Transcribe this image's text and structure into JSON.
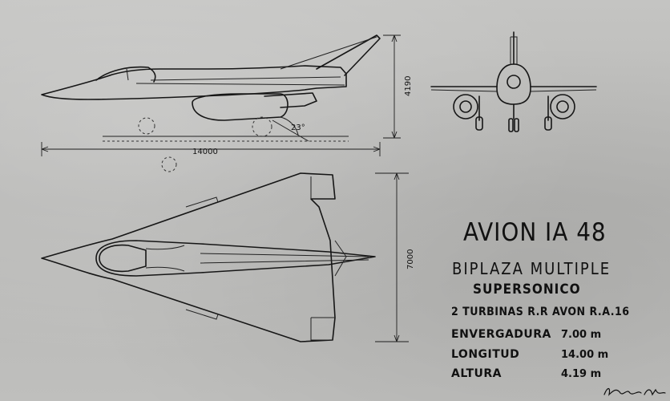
{
  "title": "AVION IA 48",
  "subtitle_line1": "BIPLAZA MULTIPLE",
  "subtitle_line2": "SUPERSONICO",
  "engines": "2 TURBINAS R.R AVON R.A.16",
  "specs": [
    {
      "label": "ENVERGADURA",
      "value": "7.00 m"
    },
    {
      "label": "LONGITUD",
      "value": "14.00 m"
    },
    {
      "label": "ALTURA",
      "value": "4.19 m"
    }
  ],
  "dimensions": {
    "length": "14000",
    "height": "4190",
    "span": "7000",
    "angle": "23°"
  },
  "colors": {
    "ink": "#161616",
    "paper": "#bdbdbb"
  }
}
